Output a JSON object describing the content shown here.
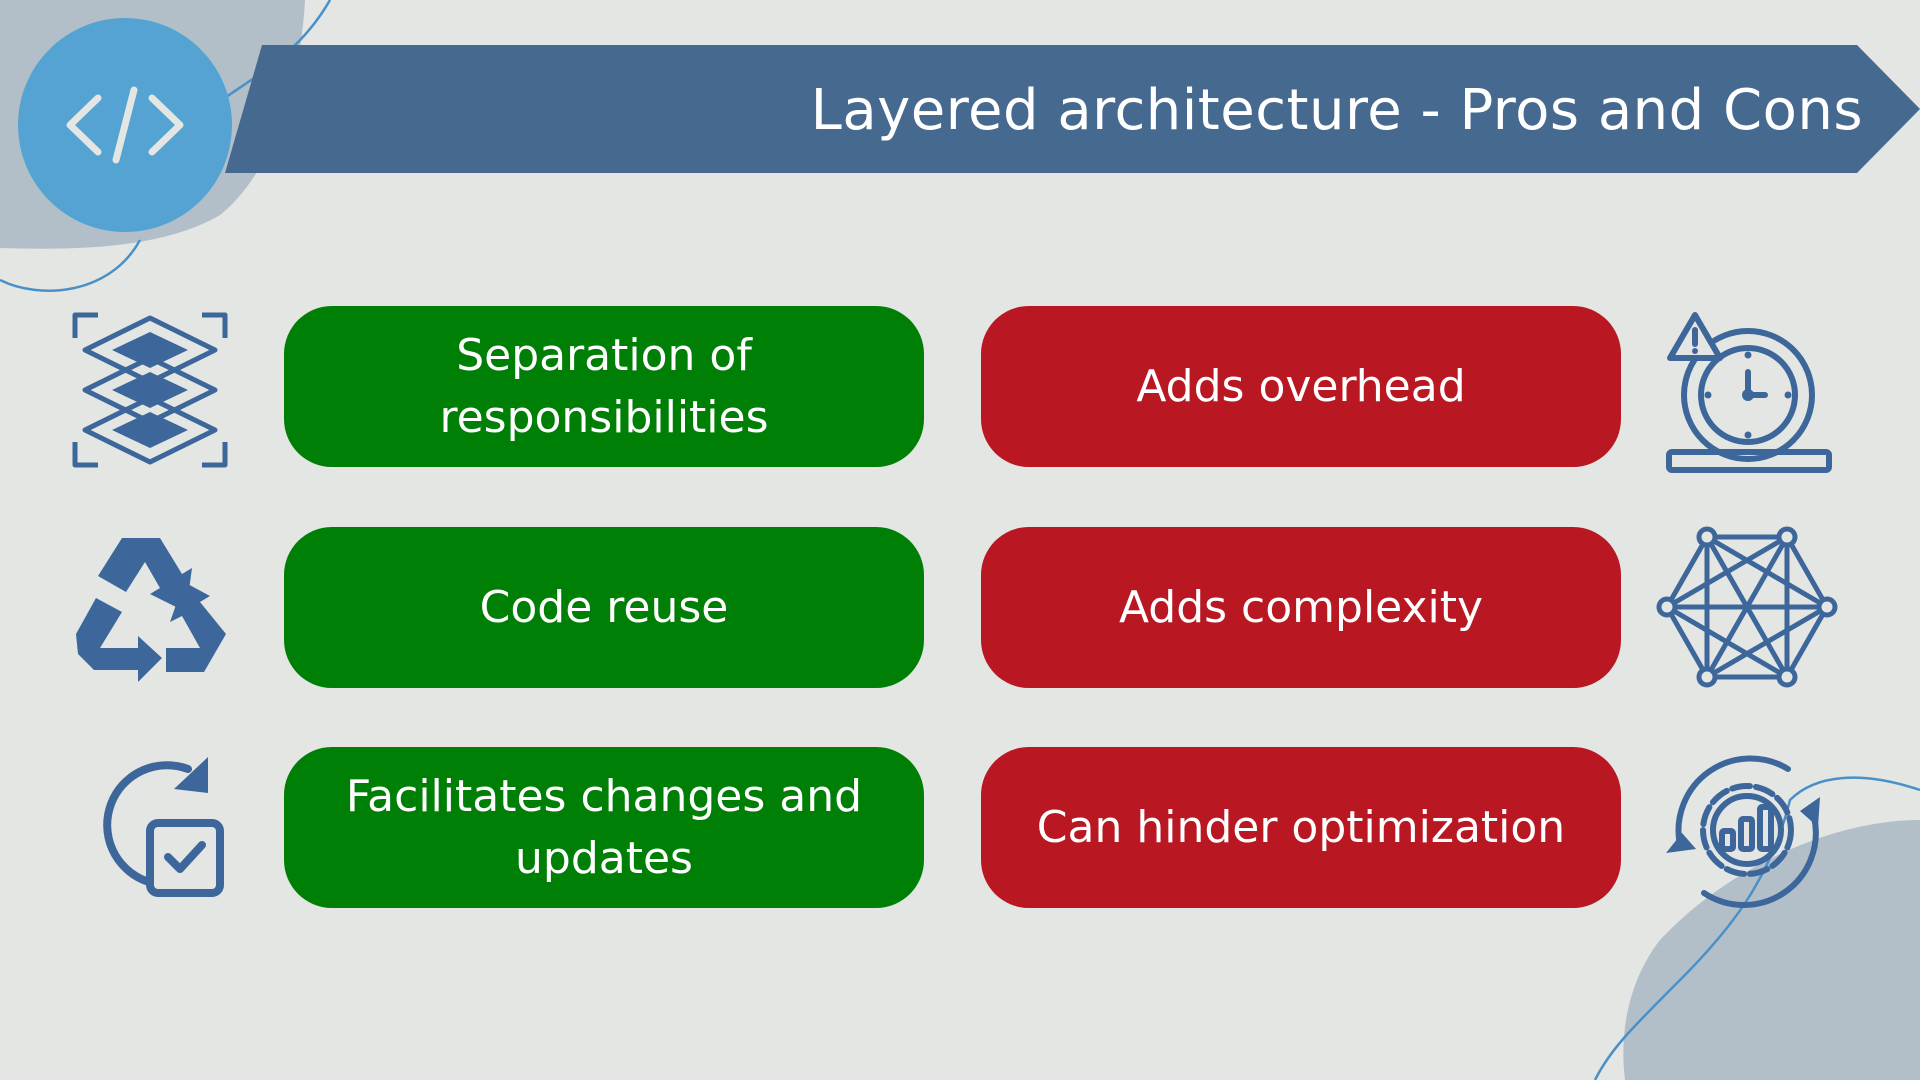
{
  "header": {
    "title": "Layered architecture - Pros and Cons",
    "logo_icon": "code-brackets-icon"
  },
  "colors": {
    "background": "#e3e6e3",
    "banner": "#46698f",
    "logo_circle": "#55a3d2",
    "pro": "#007f06",
    "con": "#b91721",
    "icon": "#3d669b",
    "blob": "#b2bfc8"
  },
  "pros": [
    {
      "label": "Separation of responsibilities",
      "icon": "stacked-layers-icon"
    },
    {
      "label": "Code reuse",
      "icon": "recycle-icon"
    },
    {
      "label": "Facilitates changes and updates",
      "icon": "update-checkbox-icon"
    }
  ],
  "cons": [
    {
      "label": "Adds overhead",
      "icon": "timer-warning-icon"
    },
    {
      "label": "Adds complexity",
      "icon": "network-mesh-icon"
    },
    {
      "label": "Can hinder optimization",
      "icon": "gear-chart-icon"
    }
  ]
}
